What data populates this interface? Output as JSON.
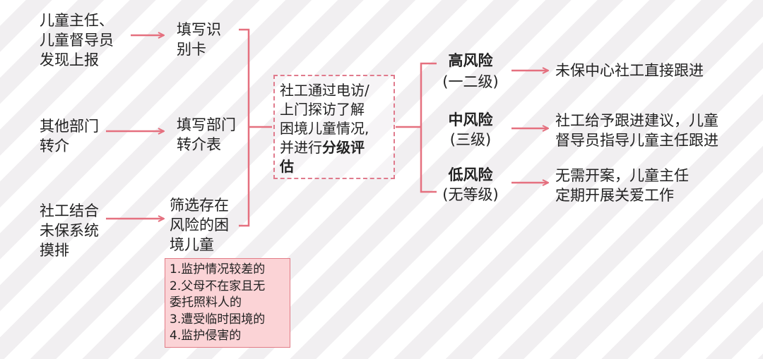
{
  "sources": [
    {
      "lines": [
        "儿童主任、",
        "儿童督导员",
        "发现上报"
      ]
    },
    {
      "lines": [
        "其他部门",
        "转介"
      ]
    },
    {
      "lines": [
        "社工结合",
        "未保系统",
        "摸排"
      ]
    }
  ],
  "methods": [
    {
      "lines": [
        "填写识",
        "别卡"
      ]
    },
    {
      "lines": [
        "填写部门",
        "转介表"
      ]
    },
    {
      "lines": [
        "筛选存在",
        "风险的困",
        "境儿童"
      ]
    }
  ],
  "center": {
    "lines": [
      "社工通过电访/",
      "上门探访了解",
      "困境儿童情况,"
    ],
    "line4_prefix": "并进行",
    "line4_bold": "分级评",
    "line5_bold": "估"
  },
  "risks": [
    {
      "title": "高风险",
      "level": "(一二级)",
      "outcome": [
        "未保中心社工直接跟进"
      ]
    },
    {
      "title": "中风险",
      "level": "(三级)",
      "outcome": [
        "社工给予跟进建议，儿童",
        "督导员指导儿童主任跟进"
      ]
    },
    {
      "title": "低风险",
      "level": "(无等级)",
      "outcome": [
        "无需开案，儿童主任",
        "定期开展关爱工作"
      ]
    }
  ],
  "criteria": [
    "1.监护情况较差的",
    "2.父母不在家且无",
    "委托照料人的",
    "3.遭受临时困境的",
    "4.监护侵害的"
  ],
  "colors": {
    "arrow": "#e5707f",
    "dashed_border": "#e07a8c",
    "note_fill": "#fbd3d6",
    "note_border": "#e27c87"
  }
}
